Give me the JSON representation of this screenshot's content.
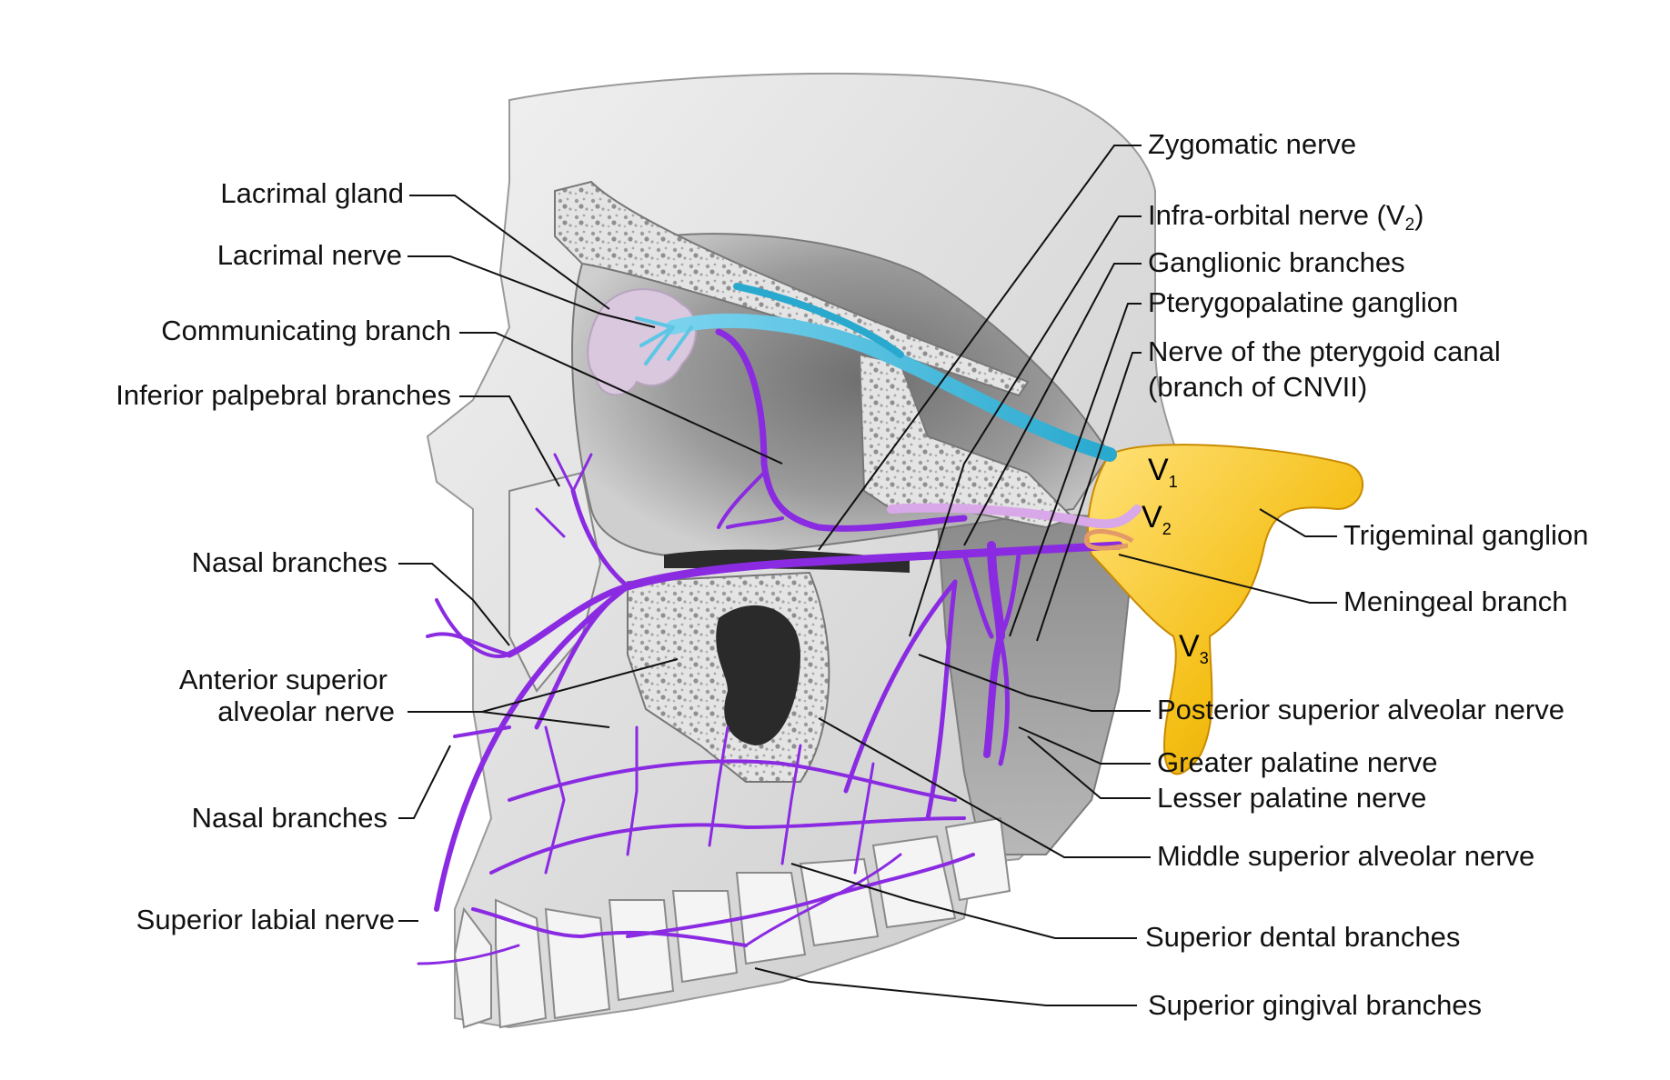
{
  "labels": {
    "lacrimal_gland": "Lacrimal gland",
    "lacrimal_nerve": "Lacrimal nerve",
    "communicating_branch": "Communicating branch",
    "inferior_palpebral_branches": "Inferior palpebral branches",
    "nasal_branches_upper": "Nasal branches",
    "anterior_superior_alveolar_line1": "Anterior superior",
    "anterior_superior_alveolar_line2": "alveolar nerve",
    "nasal_branches_lower": "Nasal branches",
    "superior_labial_nerve": "Superior labial nerve",
    "zygomatic_nerve": "Zygomatic nerve",
    "infra_orbital_prefix": "Infra-orbital nerve (V",
    "infra_orbital_sub": "2",
    "infra_orbital_suffix": ")",
    "ganglionic_branches": "Ganglionic branches",
    "pterygopalatine_ganglion": "Pterygopalatine ganglion",
    "nerve_pterygoid_canal_line1": "Nerve of the pterygoid canal",
    "nerve_pterygoid_canal_line2": "(branch of CNVII)",
    "trigeminal_ganglion": "Trigeminal ganglion",
    "meningeal_branch": "Meningeal branch",
    "posterior_superior_alveolar": "Posterior superior alveolar nerve",
    "greater_palatine": "Greater palatine nerve",
    "lesser_palatine": "Lesser palatine nerve",
    "middle_superior_alveolar": "Middle superior alveolar nerve",
    "superior_dental_branches": "Superior dental branches",
    "superior_gingival_branches": "Superior gingival branches"
  },
  "divisions": {
    "v1_letter": "V",
    "v1_sub": "1",
    "v2_letter": "V",
    "v2_sub": "2",
    "v3_letter": "V",
    "v3_sub": "3"
  },
  "colors": {
    "nerve_purple": "#8a2be2",
    "lacrimal_cyan": "#38b6d8",
    "trigeminal_yellow": "#f6c21a",
    "gland_lilac": "#d9c8de",
    "bone_grey": "#d8d8d8",
    "leader_black": "#111111"
  }
}
